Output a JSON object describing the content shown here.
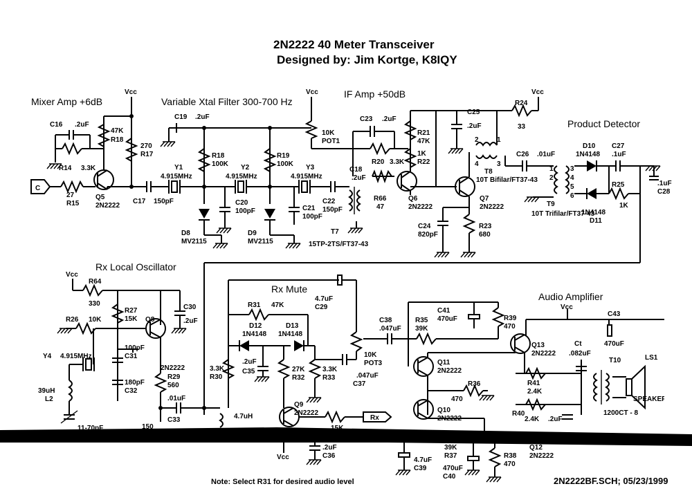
{
  "title": "2N2222 40 Meter Transceiver",
  "designer": "Designed by:  Jim Kortge, K8IQY",
  "sections": {
    "mixer_amp": "Mixer Amp +6dB",
    "xtal_filter": "Variable Xtal Filter 300-700 Hz",
    "if_amp": "IF Amp +50dB",
    "product_detector": "Product Detector",
    "rx_lo": "Rx Local Oscillator",
    "rx_mute": "Rx Mute",
    "audio_amp": "Audio Amplifier"
  },
  "labels": {
    "vcc": "Vcc",
    "c16": "C16",
    "c16v": ".2uF",
    "r18": "R18",
    "r18v": "47K",
    "r17": "R17",
    "r17v": "270",
    "r14": "R14",
    "r14v": "3.3K",
    "q5": "Q5",
    "q5t": "2N2222",
    "r15": "R15",
    "r15v": "27",
    "c17": "C17",
    "c17v": "150pF",
    "c19": "C19",
    "c19v": ".2uF",
    "r18b": "R18",
    "r18bv": "100K",
    "r19": "R19",
    "r19v": "100K",
    "y1": "Y1",
    "y1v": "4.915MHz",
    "y2": "Y2",
    "y2v": "4.915MHz",
    "y3": "Y3",
    "y3v": "4.915MHz",
    "c20": "C20",
    "c20v": "100pF",
    "c21": "C21",
    "c21v": "100pF",
    "d8": "D8",
    "d8v": "MV2115",
    "d9": "D9",
    "d9v": "MV2115",
    "pot1": "10K",
    "pot1n": "POT1",
    "c23": "C23",
    "c23v": ".2uF",
    "r20": "R20",
    "r20v": "3.3K",
    "c18": "C18",
    "c18v": ".2uF",
    "c22": "C22",
    "c22v": "150pF",
    "r66": "R66",
    "r66v": "47",
    "t7": "T7",
    "t7v": "15TP-2TS/FT37-43",
    "r21": "R21",
    "r21v": "47K",
    "r22": "R22",
    "r22v": "1K",
    "q6": "Q6",
    "q6t": "2N2222",
    "c25": "C25",
    "c25v": ".2uF",
    "r24": "R24",
    "r24v": "33",
    "t8": "T8",
    "t8v": "10T Bifilar/FT37-43",
    "q7": "Q7",
    "q7t": "2N2222",
    "c24": "C24",
    "c24v": "820pF",
    "r23": "R23",
    "r23v": "680",
    "c26": "C26",
    "c26v": ".01uF",
    "t9": "T9",
    "t9v": "10T Trifilar/FT37-43",
    "d10": "D10",
    "d10v": "1N4148",
    "d11": "D11",
    "d11v": "1N4148",
    "c27": "C27",
    "c27v": ".1uF",
    "r25": "R25",
    "r25v": "1K",
    "c28": "C28",
    "c28v": ".1uF",
    "r64": "R64",
    "r64v": "330",
    "r27": "R27",
    "r27v": "15K",
    "c30": "C30",
    "c30v": ".2uF",
    "r26": "R26",
    "r26v": "10K",
    "q8": "Q8",
    "q8t": "2N2222",
    "y4": "Y4",
    "y4v": "4.915MHz",
    "c31": "C31",
    "c31v": "100pF",
    "c32": "C32",
    "c32v": "180pF",
    "r29": "R29",
    "r29v": "560",
    "l2": "L2",
    "l2v": "39uH",
    "ctrim": "11-70pF",
    "c33": "C33",
    "c33v": ".01uF",
    "r150": "150",
    "l47": "4.7uH",
    "c29": "C29",
    "c29v": "4.7uF",
    "r31": "R31",
    "r31v": "47K",
    "d12": "D12",
    "d12v": "1N4148",
    "d13": "D13",
    "d13v": "1N4148",
    "r30": "R30",
    "r30v": "3.3K",
    "c35": "C35",
    "c35v": ".2uF",
    "r32": "R32",
    "r32v": "27K",
    "r33": "R33",
    "r33v": "3.3K",
    "pot3": "10K",
    "pot3n": "POT3",
    "c37": "C37",
    "c37v": ".047uF",
    "q9": "Q9",
    "q9t": "2N2222",
    "r15b": "15K",
    "rx": "Rx",
    "c36": "C36",
    "c36v": ".2uF",
    "c38": "C38",
    "c38v": ".047uF",
    "r35": "R35",
    "r35v": "39K",
    "c41": "C41",
    "c41v": "470uF",
    "r39": "R39",
    "r39v": "470",
    "q11": "Q11",
    "q11t": "2N2222",
    "r36": "R36",
    "r36v": "470",
    "q10": "Q10",
    "q10t": "2N2222",
    "r37": "R37",
    "r37v": "39K",
    "c39": "C39",
    "c39v": "4.7uF",
    "c40": "C40",
    "c40v": "470uF",
    "r38": "R38",
    "r38v": "470",
    "q13": "Q13",
    "q13t": "2N2222",
    "c43": "C43",
    "c43v": "470uF",
    "ct": "Ct",
    "ctv": ".082uF",
    "r41": "R41",
    "r41v": "2.4K",
    "r40": "R40",
    "r40v": "2.4K",
    "c2uf": ".2uF",
    "t10": "T10",
    "t10v": "1200CT - 8",
    "ls1": "LS1",
    "speaker": "SPEAKER",
    "q12": "Q12",
    "q12t": "2N2222",
    "port_c": "C"
  },
  "footer": {
    "note": "Note: Select R31 for desired audio level",
    "file": "2N2222BF.SCH; 05/23/1999"
  }
}
